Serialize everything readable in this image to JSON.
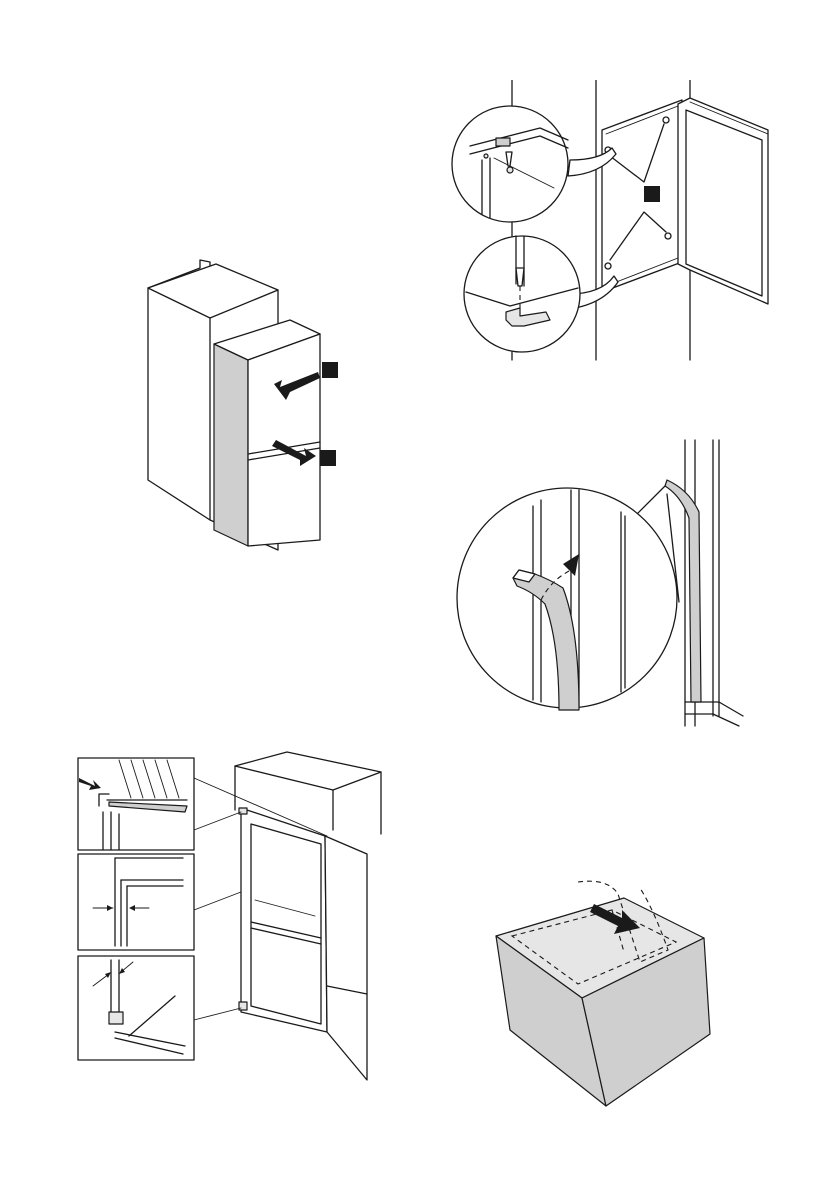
{
  "figures": [
    {
      "id": "cabinet-insertion",
      "markers": [
        "",
        ""
      ]
    },
    {
      "id": "door-hinge-screws",
      "markers": [
        ""
      ]
    },
    {
      "id": "seal-strip-fitting",
      "markers": []
    },
    {
      "id": "gap-alignment",
      "markers": []
    },
    {
      "id": "cover-tape-removal",
      "markers": []
    }
  ],
  "colors": {
    "line": "#1a1a1a",
    "panel_fill": "#cfcfcf",
    "light_fill": "#e6e6e6",
    "background": "#ffffff"
  }
}
